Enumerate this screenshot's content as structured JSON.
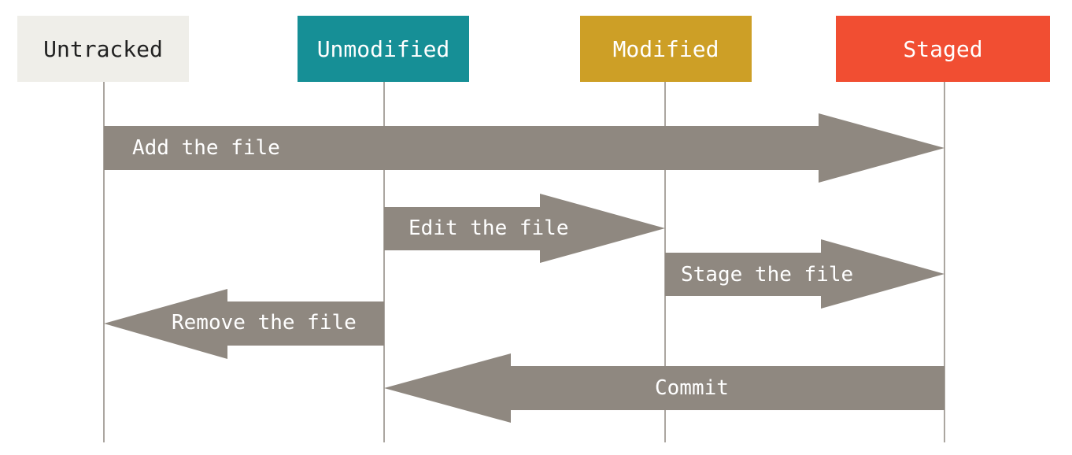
{
  "states": {
    "untracked": {
      "label": "Untracked",
      "bg": "#efeee9",
      "fg": "#222222"
    },
    "unmodified": {
      "label": "Unmodified",
      "bg": "#168f96",
      "fg": "#ffffff"
    },
    "modified": {
      "label": "Modified",
      "bg": "#cd9f26",
      "fg": "#ffffff"
    },
    "staged": {
      "label": "Staged",
      "bg": "#f14e32",
      "fg": "#ffffff"
    }
  },
  "transitions": {
    "add": {
      "label": "Add the file",
      "from": "Untracked",
      "to": "Staged"
    },
    "edit": {
      "label": "Edit the file",
      "from": "Unmodified",
      "to": "Modified"
    },
    "stage": {
      "label": "Stage the file",
      "from": "Modified",
      "to": "Staged"
    },
    "remove": {
      "label": "Remove the file",
      "from": "Unmodified",
      "to": "Untracked"
    },
    "commit": {
      "label": "Commit",
      "from": "Staged",
      "to": "Unmodified"
    }
  },
  "colors": {
    "arrow": "#8f8880",
    "lifeline": "#8f8880"
  }
}
